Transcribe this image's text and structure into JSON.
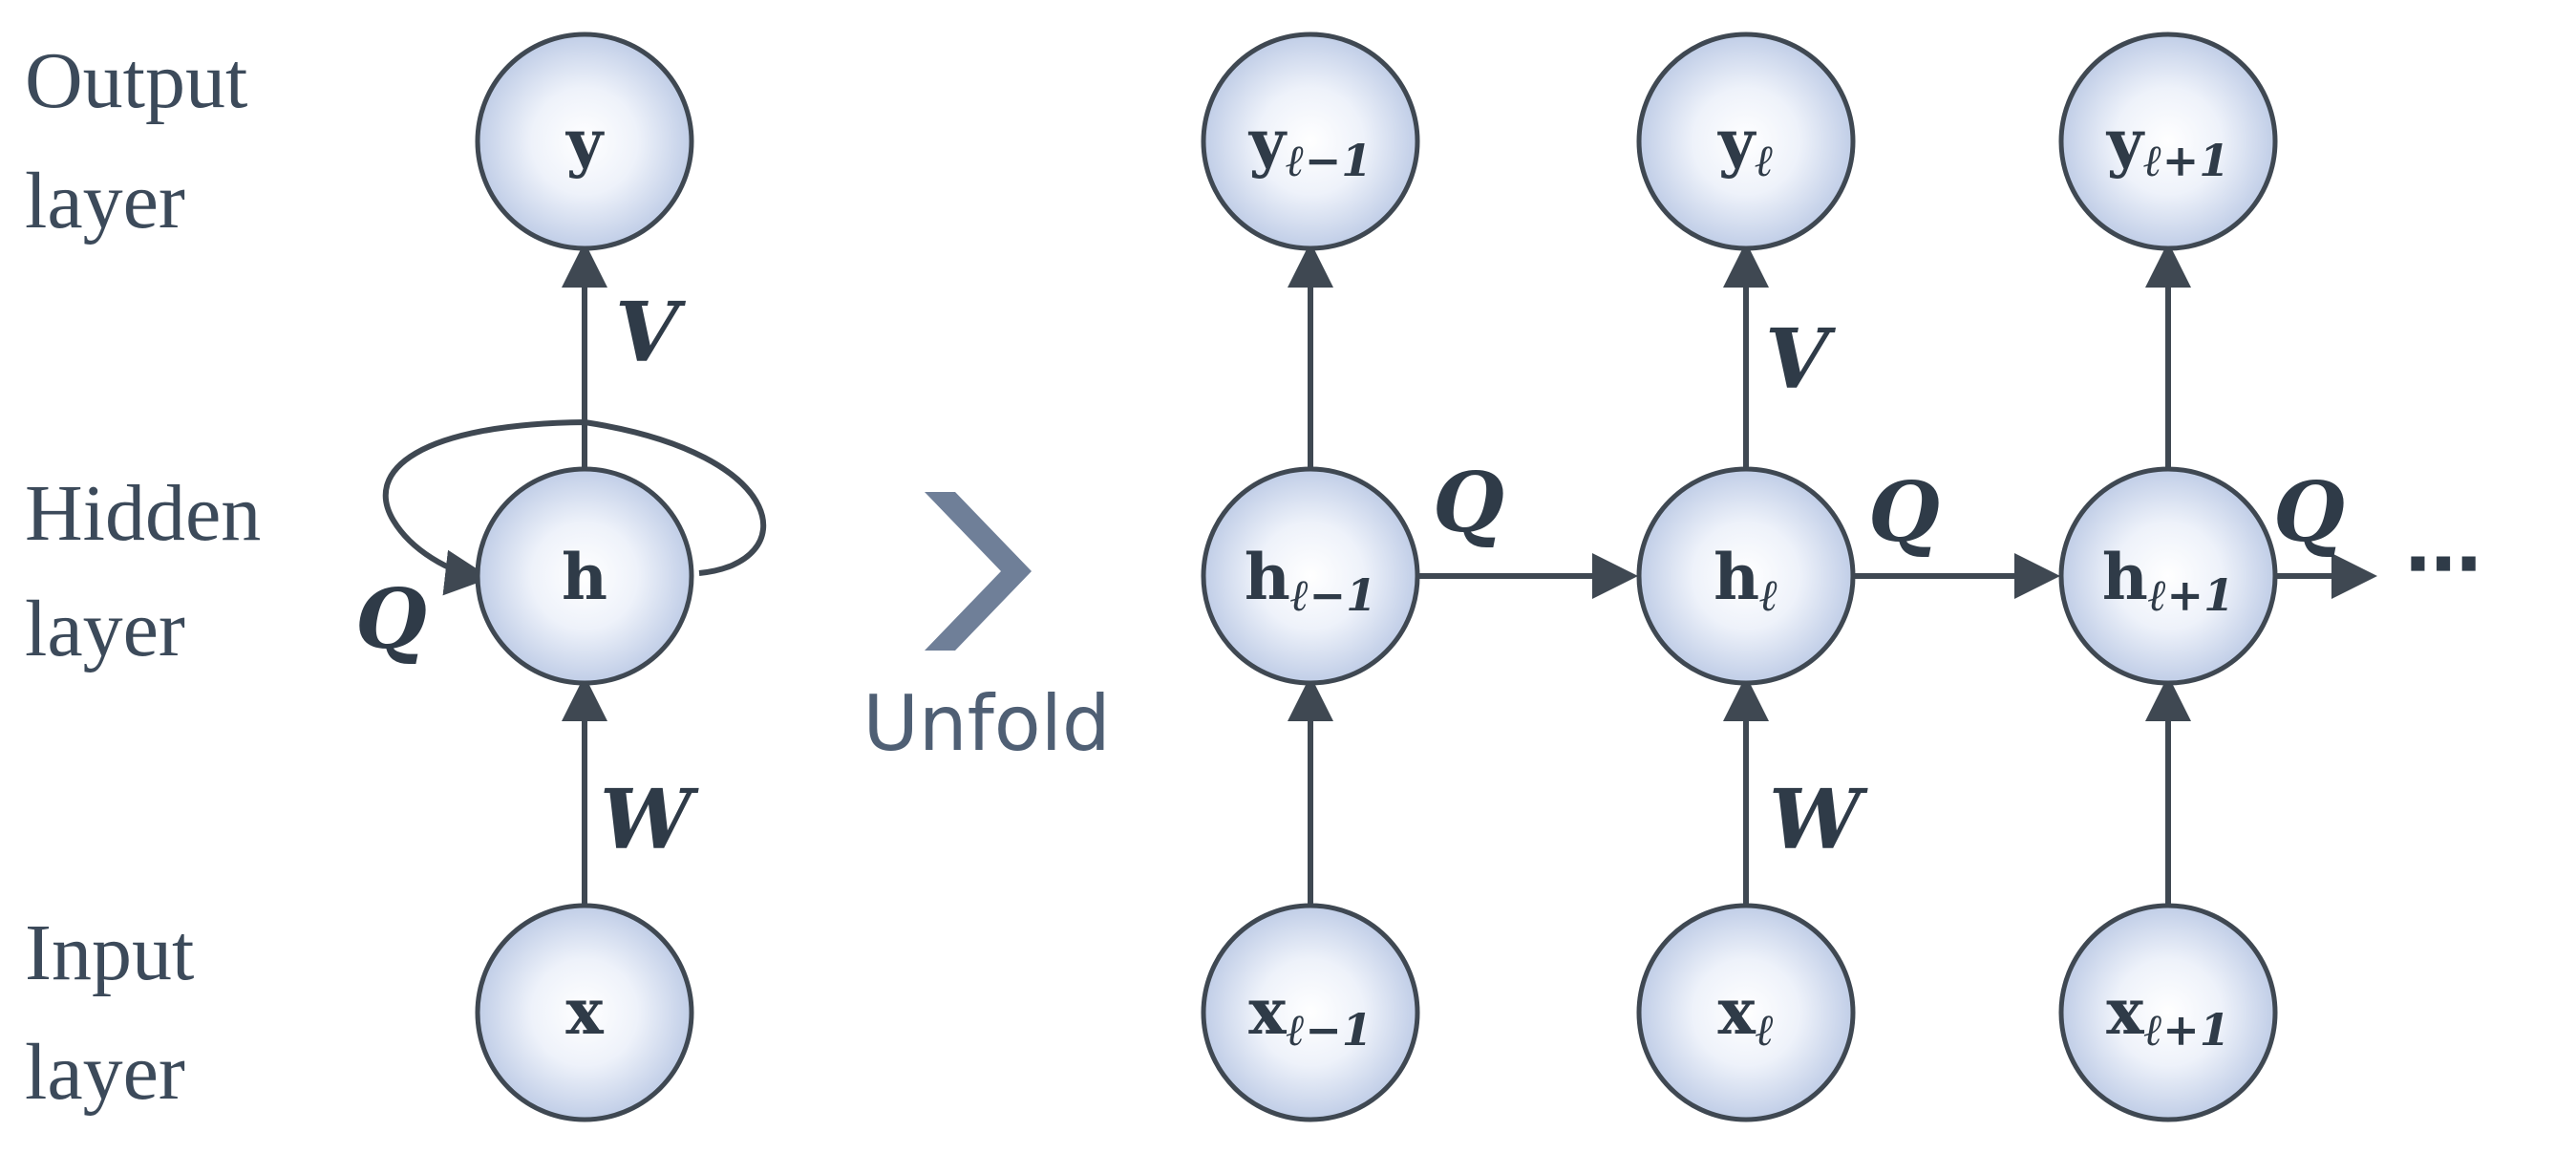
{
  "layer_labels": {
    "output_1": "Output",
    "output_2": "layer",
    "hidden_1": "Hidden",
    "hidden_2": "layer",
    "input_1": "Input",
    "input_2": "layer"
  },
  "folded": {
    "output": "y",
    "hidden": "h",
    "input": "x"
  },
  "weights": {
    "v": "V",
    "q": "Q",
    "w": "W"
  },
  "unfold_label": "Unfold",
  "unfolded": {
    "outputs": [
      {
        "main": "y",
        "sub": "ℓ−1"
      },
      {
        "main": "y",
        "sub": "ℓ"
      },
      {
        "main": "y",
        "sub": "ℓ+1"
      }
    ],
    "hiddens": [
      {
        "main": "h",
        "sub": "ℓ−1"
      },
      {
        "main": "h",
        "sub": "ℓ"
      },
      {
        "main": "h",
        "sub": "ℓ+1"
      }
    ],
    "inputs": [
      {
        "main": "x",
        "sub": "ℓ−1"
      },
      {
        "main": "x",
        "sub": "ℓ"
      },
      {
        "main": "x",
        "sub": "ℓ+1"
      }
    ]
  },
  "ellipsis": "⋯"
}
